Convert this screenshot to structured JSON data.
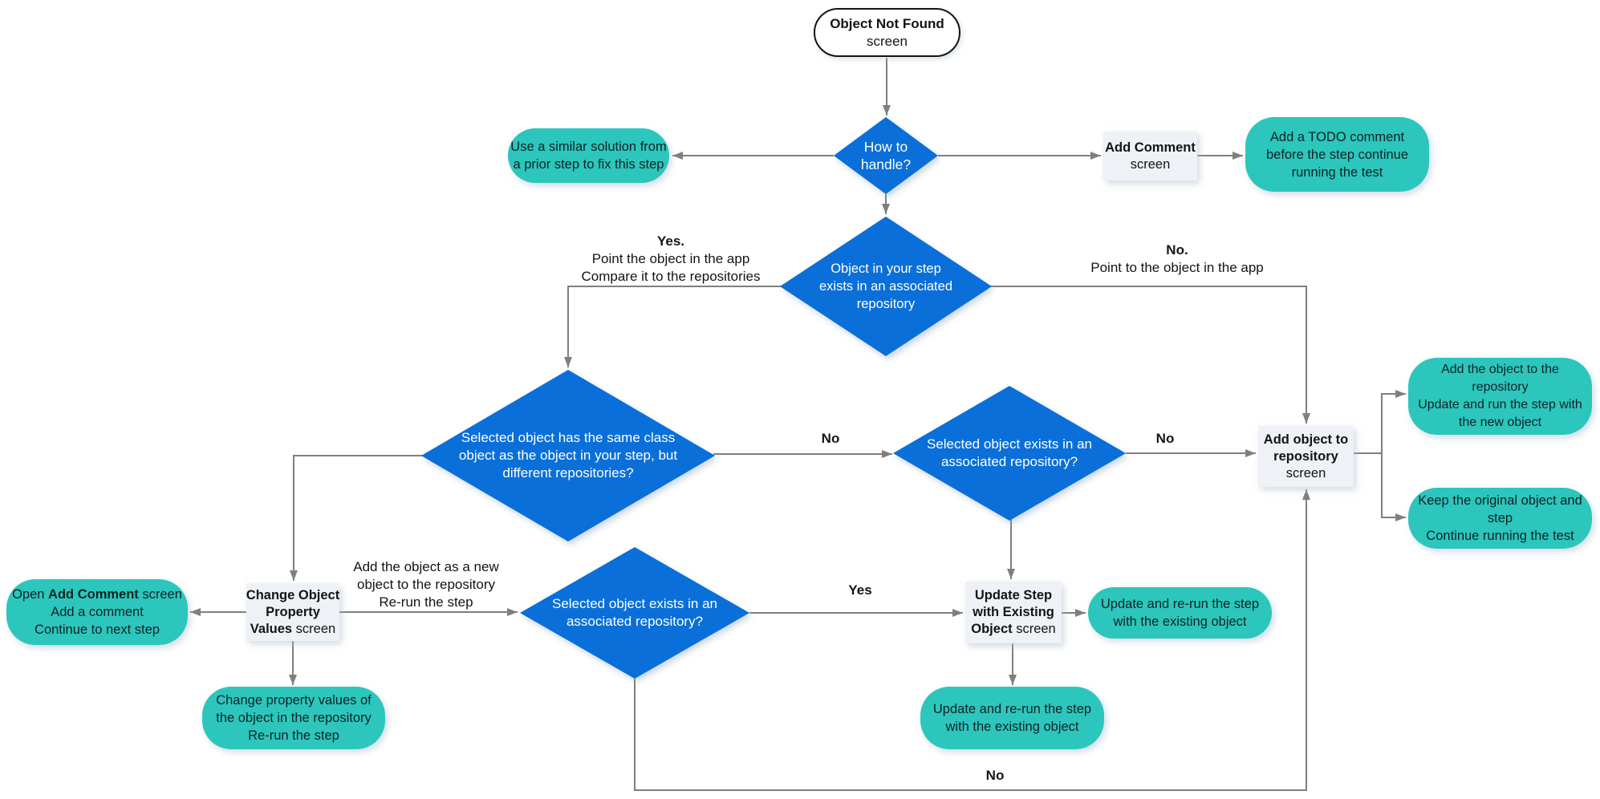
{
  "title": "Object Not Found handling flowchart",
  "colors": {
    "diamond": "#0a6fd8",
    "teal": "#2cc6bd",
    "box": "#eef1f5",
    "line": "#7f7f7f",
    "ink": "#141414",
    "teal-ink": "#0e2423"
  },
  "nodes": {
    "start": {
      "lines": [
        [
          {
            "t": "Object Not Found",
            "b": true
          }
        ],
        [
          {
            "t": "screen"
          }
        ]
      ]
    },
    "d_how": {
      "lines": [
        [
          {
            "t": "How to"
          }
        ],
        [
          {
            "t": "handle?"
          }
        ]
      ]
    },
    "teal_similar": {
      "lines": [
        [
          {
            "t": "Use a similar solution from"
          }
        ],
        [
          {
            "t": "a prior step to fix this step"
          }
        ]
      ]
    },
    "box_add_comment": {
      "lines": [
        [
          {
            "t": "Add Comment",
            "b": true
          }
        ],
        [
          {
            "t": "screen"
          }
        ]
      ]
    },
    "teal_todo": {
      "lines": [
        [
          {
            "t": "Add a TODO comment"
          }
        ],
        [
          {
            "t": "before the step continue"
          }
        ],
        [
          {
            "t": "running the test"
          }
        ]
      ]
    },
    "d_exists1": {
      "lines": [
        [
          {
            "t": "Object in your step"
          }
        ],
        [
          {
            "t": "exists in an associated"
          }
        ],
        [
          {
            "t": "repository"
          }
        ]
      ]
    },
    "d_same_class": {
      "lines": [
        [
          {
            "t": "Selected object has the same class"
          }
        ],
        [
          {
            "t": "object as the object in your step, but"
          }
        ],
        [
          {
            "t": "different repositories?"
          }
        ]
      ]
    },
    "d_exists2": {
      "lines": [
        [
          {
            "t": "Selected object exists in an"
          }
        ],
        [
          {
            "t": "associated repository?"
          }
        ]
      ]
    },
    "box_add_repo": {
      "lines": [
        [
          {
            "t": "Add object to",
            "b": true
          }
        ],
        [
          {
            "t": "repository",
            "b": true
          }
        ],
        [
          {
            "t": "screen"
          }
        ]
      ]
    },
    "teal_add_new": {
      "lines": [
        [
          {
            "t": "Add the object to the"
          }
        ],
        [
          {
            "t": "repository"
          }
        ],
        [
          {
            "t": "Update and run the step with"
          }
        ],
        [
          {
            "t": "the new object"
          }
        ]
      ]
    },
    "teal_keep": {
      "lines": [
        [
          {
            "t": "Keep the original object and"
          }
        ],
        [
          {
            "t": "step"
          }
        ],
        [
          {
            "t": "Continue running the test"
          }
        ]
      ]
    },
    "teal_open_comment": {
      "lines": [
        [
          {
            "t": "Open "
          },
          {
            "t": "Add Comment",
            "b": true
          },
          {
            "t": " screen"
          }
        ],
        [
          {
            "t": "Add a comment"
          }
        ],
        [
          {
            "t": "Continue to next step"
          }
        ]
      ]
    },
    "box_change_values": {
      "lines": [
        [
          {
            "t": "Change Object",
            "b": true
          }
        ],
        [
          {
            "t": "Property",
            "b": true
          }
        ],
        [
          {
            "t": "Values",
            "b": true
          },
          {
            "t": " screen"
          }
        ]
      ]
    },
    "d_exists3": {
      "lines": [
        [
          {
            "t": "Selected object exists in an"
          }
        ],
        [
          {
            "t": "associated repository?"
          }
        ]
      ]
    },
    "box_update_step": {
      "lines": [
        [
          {
            "t": "Update Step",
            "b": true
          }
        ],
        [
          {
            "t": "with Existing",
            "b": true
          }
        ],
        [
          {
            "t": "Object",
            "b": true
          },
          {
            "t": " screen"
          }
        ]
      ]
    },
    "teal_update1": {
      "lines": [
        [
          {
            "t": "Update and re-run the step"
          }
        ],
        [
          {
            "t": "with the existing object"
          }
        ]
      ]
    },
    "teal_update2": {
      "lines": [
        [
          {
            "t": "Update and re-run the step"
          }
        ],
        [
          {
            "t": "with the existing object"
          }
        ]
      ]
    },
    "teal_change_values": {
      "lines": [
        [
          {
            "t": "Change property values of"
          }
        ],
        [
          {
            "t": "the object in the repository"
          }
        ],
        [
          {
            "t": "Re-run the step"
          }
        ]
      ]
    }
  },
  "labels": {
    "yes_top": {
      "lines": [
        [
          {
            "t": "Yes.",
            "b": true
          }
        ],
        [
          {
            "t": "Point the object in the app"
          }
        ],
        [
          {
            "t": "Compare it to the repositories"
          }
        ]
      ]
    },
    "no_top": {
      "lines": [
        [
          {
            "t": "No.",
            "b": true
          }
        ],
        [
          {
            "t": "Point to the object in the app"
          }
        ]
      ]
    },
    "add_as_new": {
      "lines": [
        [
          {
            "t": "Add the object as a new"
          }
        ],
        [
          {
            "t": "object to the repository"
          }
        ],
        [
          {
            "t": "Re-run the step"
          }
        ]
      ]
    },
    "no_same_class": "No",
    "no_exists_mid": "No",
    "yes_exists_bottom": "Yes",
    "no_bottom": "No"
  }
}
